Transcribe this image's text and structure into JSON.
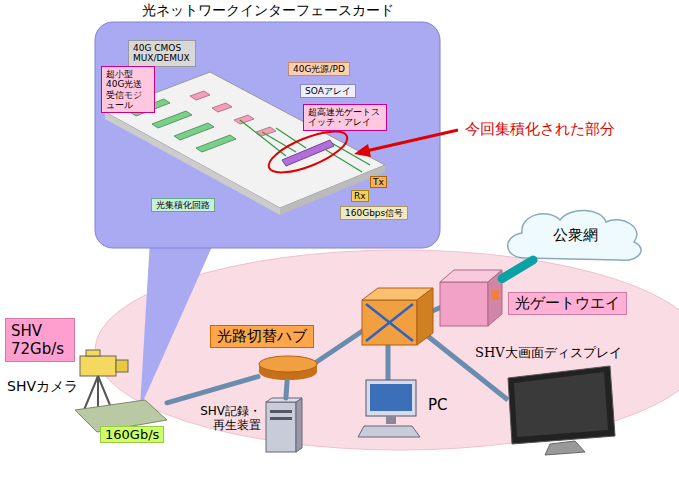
{
  "diagram": {
    "nodes": [
      {
        "text": [
          "光ネットワークインターフェースカード"
        ]
      },
      {
        "text": [
          "40G CMOS MUX/DEMUX"
        ],
        "in": 0
      },
      {
        "text": [
          "超小型40G光送受信モジュール"
        ],
        "in": 0
      },
      {
        "text": [
          "40G光源/PD"
        ],
        "in": 0
      },
      {
        "text": [
          "SOAアレイ"
        ],
        "in": 0
      },
      {
        "text": [
          "超高速光ゲートスイッチ・アレイ"
        ],
        "in": 0
      },
      {
        "text": [
          "光集積化回路"
        ],
        "in": 0
      },
      {
        "text": [
          "160Gbps信号"
        ],
        "in": 0
      },
      {
        "text": [
          "SHV 72Gb/s"
        ]
      },
      {
        "text": [
          "SHVカメラ",
          "160Gb/s"
        ]
      },
      {
        "text": [
          "光路切替ハブ"
        ]
      },
      {
        "text": [
          "SHV記録・再生装置"
        ]
      },
      {
        "text": [
          "PC"
        ]
      },
      {
        "text": [
          "光ゲートウエイ"
        ]
      },
      {
        "text": [
          "公衆網"
        ]
      },
      {
        "text": [
          "SHV大画面ディスプレイ"
        ]
      }
    ],
    "edges": [
      {
        "from": 9,
        "to": 10,
        "arrow": "none"
      },
      {
        "from": 10,
        "to": 11,
        "arrow": "none"
      },
      {
        "from": 13,
        "to": 14,
        "arrow": "none"
      }
    ],
    "labels": [
      "Tx",
      "Rx",
      "今回集積化された部分"
    ]
  }
}
